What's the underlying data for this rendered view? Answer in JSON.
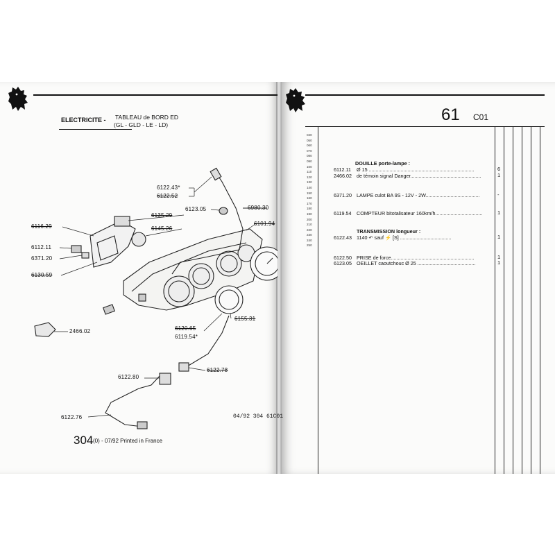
{
  "left_page": {
    "section_label": "ELECTRICITE -",
    "title_line1": "TABLEAU de BORD ED",
    "title_line2": "(GL - GLD - LE - LD)",
    "callouts": [
      {
        "text": "6122.43*",
        "struck": false
      },
      {
        "text": "6122.52",
        "struck": true
      },
      {
        "text": "6123.05",
        "struck": false
      },
      {
        "text": "6980.30",
        "struck": false
      },
      {
        "text": "6135.29",
        "struck": true
      },
      {
        "text": "6116.29",
        "struck": true
      },
      {
        "text": "6145.26",
        "struck": true
      },
      {
        "text": "6101.94",
        "struck": true
      },
      {
        "text": "6112.11",
        "struck": false
      },
      {
        "text": "6371.20",
        "struck": false
      },
      {
        "text": "6130.59",
        "struck": true
      },
      {
        "text": "2466.02",
        "struck": false
      },
      {
        "text": "6120.65",
        "struck": true
      },
      {
        "text": "6119.54*",
        "struck": false
      },
      {
        "text": "6155.31",
        "struck": true
      },
      {
        "text": "6122.80",
        "struck": false
      },
      {
        "text": "6122.78",
        "struck": true
      },
      {
        "text": "6122.76",
        "struck": false
      }
    ],
    "ref_code": "04/92 304 61C01",
    "footer_big": "304",
    "footer_small": "(0) - 07/92 Printed in France"
  },
  "right_page": {
    "group_number": "61",
    "group_code": "C01",
    "line_numbers": [
      "040",
      "050",
      "060",
      "070",
      "080",
      "090",
      "100",
      "110",
      "120",
      "130",
      "140",
      "150",
      "160",
      "170",
      "180",
      "190",
      "200",
      "210",
      "220",
      "230",
      "240",
      "250"
    ],
    "parts": [
      {
        "ref": "",
        "desc": "DOUILLE porte-lampe :",
        "qty": ""
      },
      {
        "ref": "6112.11",
        "desc": "Ø 15 ............................................................................",
        "qty": "6"
      },
      {
        "ref": "2466.02",
        "desc": "de témoin signal Danger...................................................",
        "qty": "1"
      },
      {
        "ref": "6371.20",
        "desc": "LAMPE culot BA 9S - 12V - 2W.......................................",
        "qty": "-"
      },
      {
        "ref": "6119.54",
        "desc": "COMPTEUR bitotalisateur 160km/h..................................",
        "qty": "1"
      },
      {
        "ref": "",
        "desc": "TRANSMISSION longueur :",
        "qty": ""
      },
      {
        "ref": "6122.43",
        "desc": "1140  ↶  sauf  ⚡  [S] .....................................",
        "qty": "1"
      },
      {
        "ref": "6122.50",
        "desc": "PRISE de force............................................................",
        "qty": "1"
      },
      {
        "ref": "6123.05",
        "desc": "OEILLET caoutchouc  Ø 25 ..........................................",
        "qty": "1"
      }
    ]
  }
}
